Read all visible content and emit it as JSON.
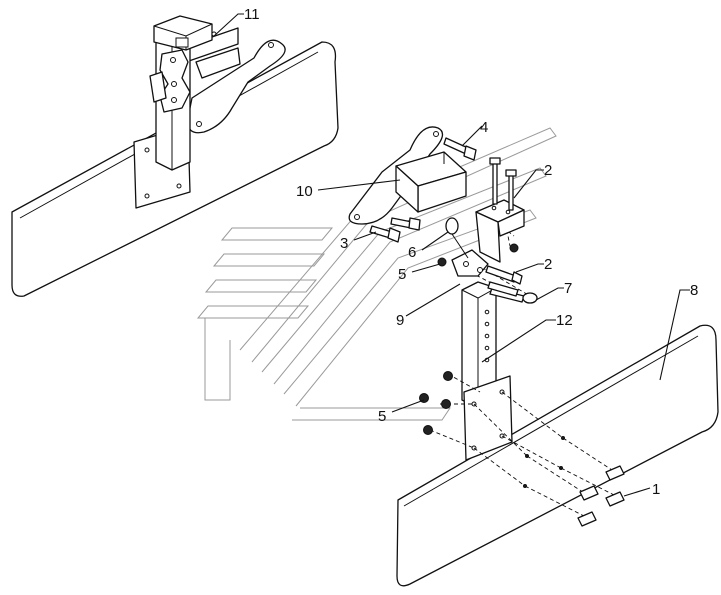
{
  "callouts": [
    {
      "id": "c11",
      "text": "11"
    },
    {
      "id": "c4",
      "text": "4"
    },
    {
      "id": "c2a",
      "text": "2"
    },
    {
      "id": "c10",
      "text": "10"
    },
    {
      "id": "c3",
      "text": "3"
    },
    {
      "id": "c6",
      "text": "6"
    },
    {
      "id": "c5a",
      "text": "5"
    },
    {
      "id": "c2b",
      "text": "2"
    },
    {
      "id": "c7",
      "text": "7"
    },
    {
      "id": "c9",
      "text": "9"
    },
    {
      "id": "c12",
      "text": "12"
    },
    {
      "id": "c8",
      "text": "8"
    },
    {
      "id": "c5b",
      "text": "5"
    },
    {
      "id": "c1",
      "text": "1"
    }
  ]
}
